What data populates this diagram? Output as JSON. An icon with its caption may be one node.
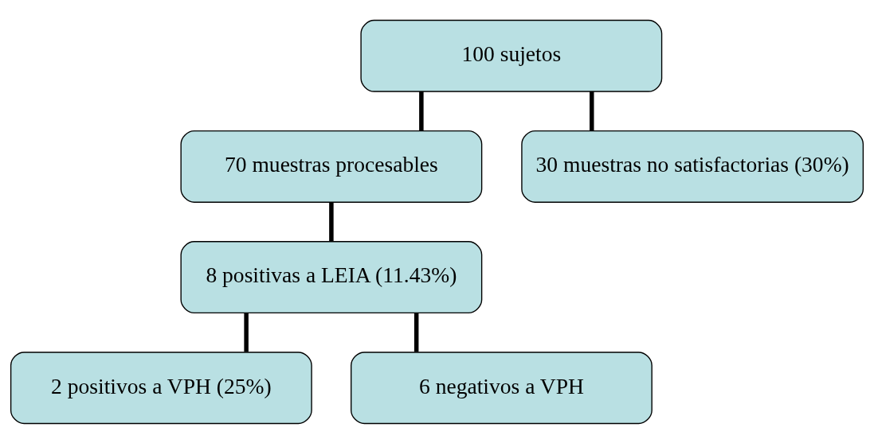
{
  "diagram": {
    "nodes": [
      {
        "text": [
          "100 sujetos"
        ]
      },
      {
        "text": [
          "70 muestras procesables"
        ]
      },
      {
        "text": [
          "30 muestras no satisfactorias (30%)"
        ]
      },
      {
        "text": [
          "8 positivas a LEIA (11.43%)"
        ]
      },
      {
        "text": [
          "2 positivos a VPH (25%)"
        ]
      },
      {
        "text": [
          "6 negativos a VPH"
        ]
      }
    ],
    "edges": [
      {
        "from": 0,
        "to": 1,
        "arrow": "none"
      },
      {
        "from": 0,
        "to": 2,
        "arrow": "none"
      },
      {
        "from": 1,
        "to": 3,
        "arrow": "none"
      },
      {
        "from": 3,
        "to": 4,
        "arrow": "none"
      },
      {
        "from": 3,
        "to": 5,
        "arrow": "none"
      }
    ]
  }
}
